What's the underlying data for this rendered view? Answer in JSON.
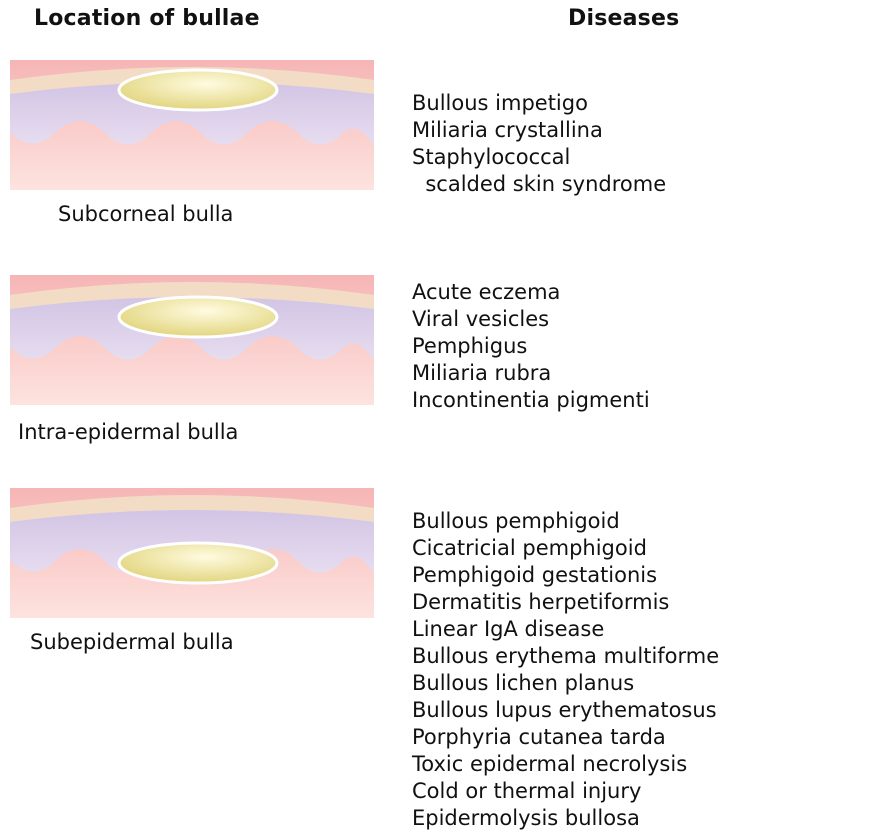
{
  "headers": {
    "location": "Location of bullae",
    "diseases": "Diseases"
  },
  "rows": [
    {
      "caption": "Subcorneal bulla",
      "bulla_level": "subcorneal",
      "diseases": [
        "Bullous impetigo",
        "Miliaria crystallina",
        "Staphylococcal",
        "  scalded skin syndrome"
      ]
    },
    {
      "caption": "Intra-epidermal bulla",
      "bulla_level": "intra-epidermal",
      "diseases": [
        "Acute eczema",
        "Viral vesicles",
        "Pemphigus",
        "Miliaria rubra",
        "Incontinentia pigmenti"
      ]
    },
    {
      "caption": "Subepidermal bulla",
      "bulla_level": "subepidermal",
      "diseases": [
        "Bullous pemphigoid",
        "Cicatricial pemphigoid",
        "Pemphigoid gestationis",
        "Dermatitis herpetiformis",
        "Linear IgA disease",
        "Bullous erythema multiforme",
        "Bullous lichen planus",
        "Bullous lupus erythematosus",
        "Porphyria cutanea tarda",
        "Toxic epidermal necrolysis",
        "Cold or thermal injury",
        "Epidermolysis bullosa"
      ]
    }
  ],
  "colors": {
    "stratum_corneum": "#f3dfca",
    "epidermis": "#d8cbe6",
    "dermis": "#f9c6c4",
    "bulla_fill": "#efe6a0",
    "bulla_outline": "#ffffff"
  }
}
